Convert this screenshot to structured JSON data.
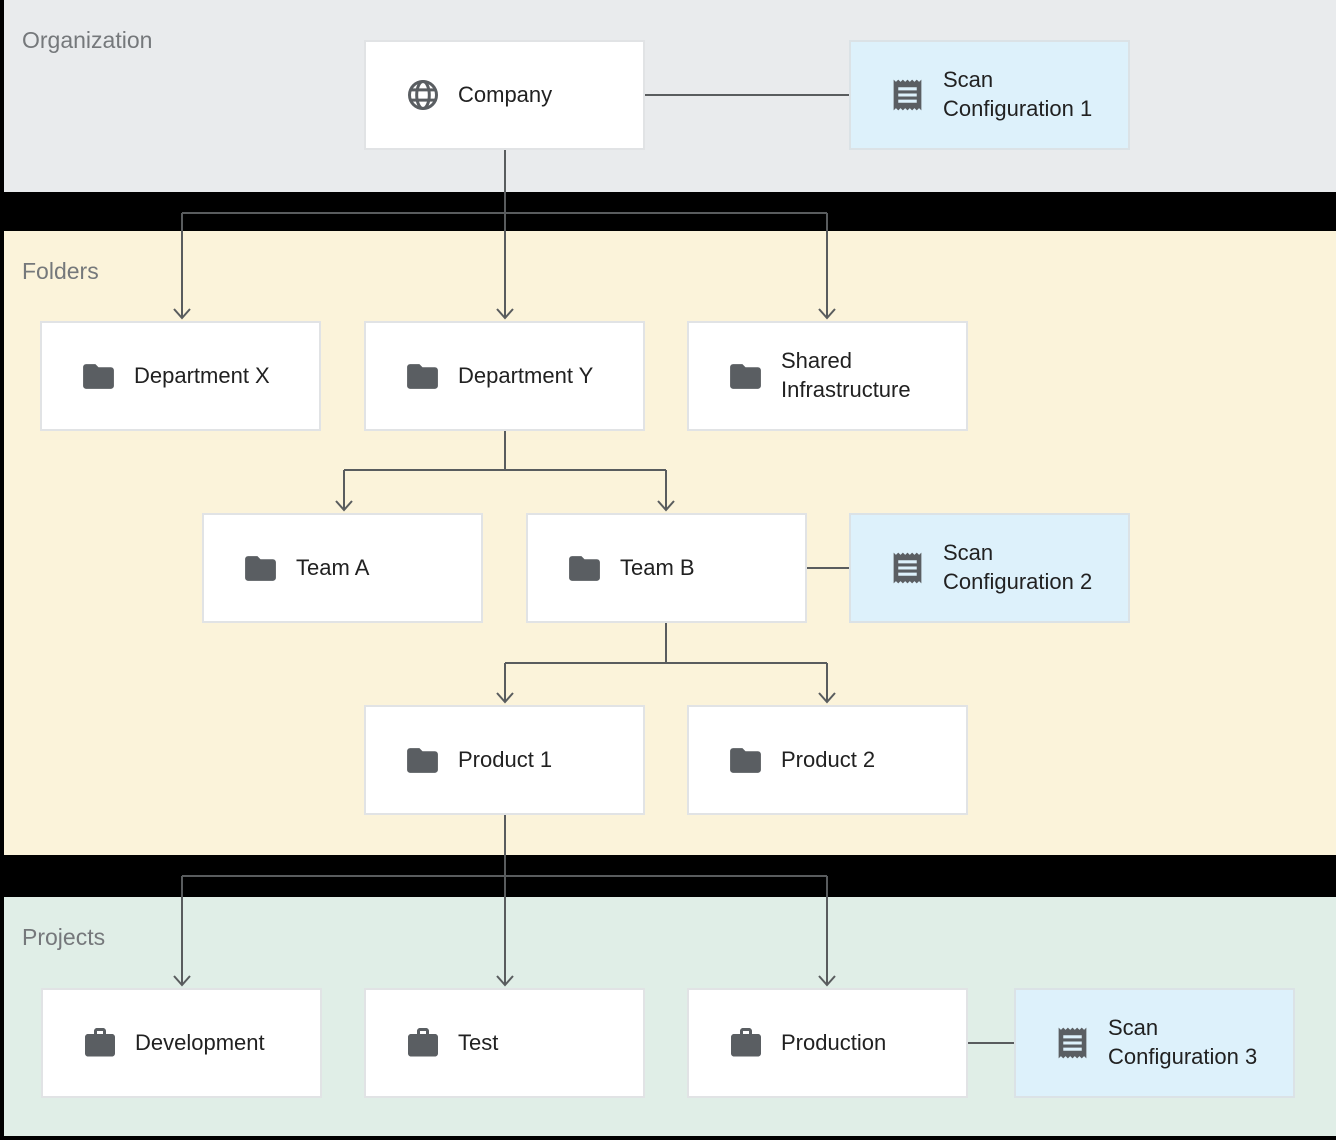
{
  "sections": {
    "organization": {
      "label": "Organization"
    },
    "folders": {
      "label": "Folders"
    },
    "projects": {
      "label": "Projects"
    }
  },
  "nodes": {
    "company": {
      "label": "Company",
      "icon": "globe-icon"
    },
    "scan_config_1": {
      "label": "Scan Configuration 1",
      "icon": "receipt-icon"
    },
    "department_x": {
      "label": "Department X",
      "icon": "folder-icon"
    },
    "department_y": {
      "label": "Department Y",
      "icon": "folder-icon"
    },
    "shared_infrastructure": {
      "label": "Shared Infrastructure",
      "icon": "folder-icon"
    },
    "team_a": {
      "label": "Team A",
      "icon": "folder-icon"
    },
    "team_b": {
      "label": "Team B",
      "icon": "folder-icon"
    },
    "scan_config_2": {
      "label": "Scan Configuration 2",
      "icon": "receipt-icon"
    },
    "product_1": {
      "label": "Product 1",
      "icon": "folder-icon"
    },
    "product_2": {
      "label": "Product 2",
      "icon": "folder-icon"
    },
    "development": {
      "label": "Development",
      "icon": "briefcase-icon"
    },
    "test": {
      "label": "Test",
      "icon": "briefcase-icon"
    },
    "production": {
      "label": "Production",
      "icon": "briefcase-icon"
    },
    "scan_config_3": {
      "label": "Scan Configuration 3",
      "icon": "receipt-icon"
    }
  },
  "connections": [
    {
      "from": "company",
      "to": "scan_config_1"
    },
    {
      "from": "company",
      "to": "department_x"
    },
    {
      "from": "company",
      "to": "department_y"
    },
    {
      "from": "company",
      "to": "shared_infrastructure"
    },
    {
      "from": "department_y",
      "to": "team_a"
    },
    {
      "from": "department_y",
      "to": "team_b"
    },
    {
      "from": "team_b",
      "to": "scan_config_2"
    },
    {
      "from": "team_b",
      "to": "product_1"
    },
    {
      "from": "team_b",
      "to": "product_2"
    },
    {
      "from": "product_1",
      "to": "development"
    },
    {
      "from": "product_1",
      "to": "test"
    },
    {
      "from": "product_1",
      "to": "production"
    },
    {
      "from": "production",
      "to": "scan_config_3"
    }
  ],
  "colors": {
    "organization_bg": "#e9ebed",
    "folders_bg": "#fbf3da",
    "projects_bg": "#e0eee7",
    "node_box_bg": "#ffffff",
    "scan_box_bg": "#ddf1fb",
    "node_border": "#e1e3e5",
    "scan_border": "#dbe2e6",
    "connector": "#595c5e",
    "icon": "#5a5e62",
    "label_text": "#212121",
    "section_label": "#75787b",
    "gap_band": "#000000"
  }
}
